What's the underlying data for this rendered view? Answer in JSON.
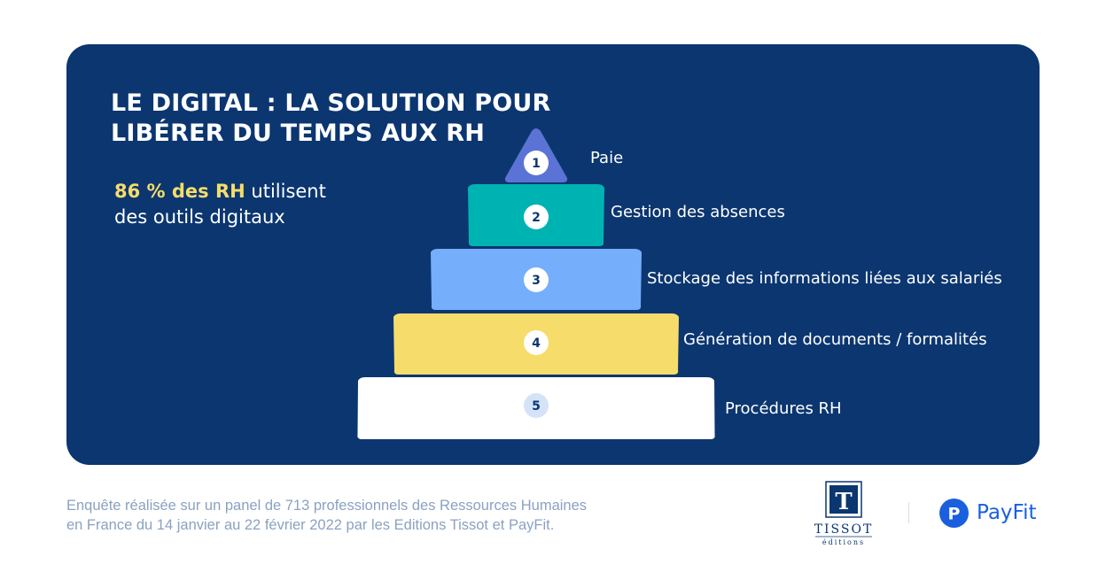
{
  "header": {
    "title_line1": "LE DIGITAL : LA SOLUTION POUR",
    "title_line2": "LIBÉRER DU TEMPS AUX RH"
  },
  "stat": {
    "highlight": "86 % des RH",
    "rest_line1": " utilisent",
    "line2": "des outils digitaux"
  },
  "pyramid": {
    "levels": [
      {
        "number": "1",
        "label": "Paie",
        "color": "#5b73d4"
      },
      {
        "number": "2",
        "label": "Gestion des absences",
        "color": "#00b3b3"
      },
      {
        "number": "3",
        "label": "Stockage des informations liées aux salariés",
        "color": "#75aefb"
      },
      {
        "number": "4",
        "label": "Génération de documents / formalités",
        "color": "#f6dc6b"
      },
      {
        "number": "5",
        "label": "Procédures RH",
        "color": "#ffffff"
      }
    ]
  },
  "footer": {
    "note_line1": "Enquête réalisée sur un panel de 713 professionnels des Ressources Humaines",
    "note_line2": "en France du 14 janvier au 22 février 2022 par les Editions Tissot et PayFit.",
    "tissot_letter": "T",
    "tissot_name": "TISSOT",
    "tissot_sub": "éditions",
    "payfit_letter": "P",
    "payfit_name": "PayFit"
  },
  "colors": {
    "card_background": "#0b3670",
    "highlight": "#f6dc6b",
    "brand_payfit": "#1a5fde",
    "footer_text": "#8aa2c1"
  }
}
